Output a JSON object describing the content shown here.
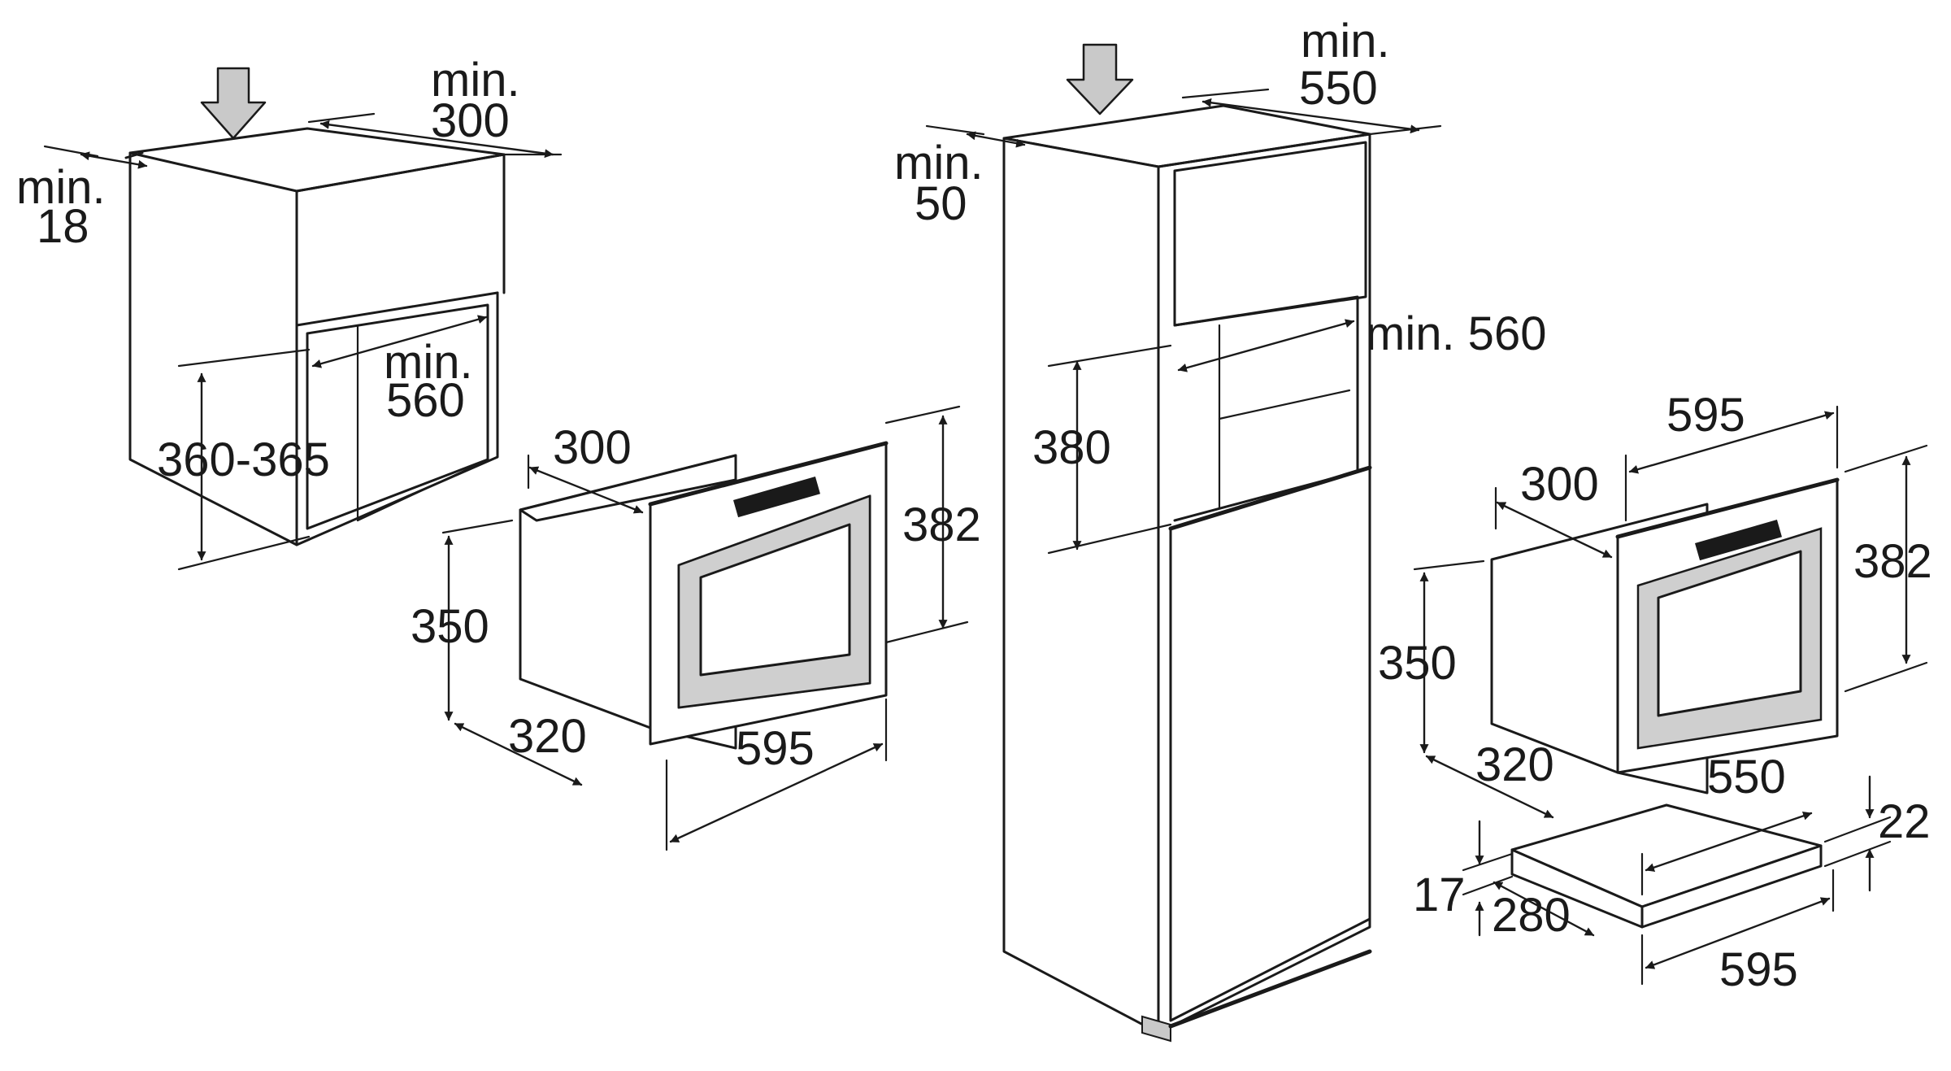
{
  "wall_cabinet": {
    "min_depth": [
      "min.",
      "300"
    ],
    "min_panel": [
      "min.",
      "18"
    ],
    "min_width": [
      "min.",
      "560"
    ],
    "niche_height": "360-365"
  },
  "oven_left": {
    "depth": "300",
    "height_front": "382",
    "height_body": "350",
    "body_depth": "320",
    "width": "595"
  },
  "tall_cabinet": {
    "min_depth": [
      "min.",
      "550"
    ],
    "min_gap": [
      "min.",
      "50"
    ],
    "min_width": "min. 560",
    "niche_height": "380"
  },
  "oven_right": {
    "width_top": "595",
    "depth": "300",
    "height_front": "382",
    "height_body": "350",
    "body_depth": "320"
  },
  "cutout": {
    "depth": "550",
    "thickness_right": "22",
    "thickness_left": "17",
    "front_depth": "280",
    "width": "595"
  },
  "icons": [
    "down-arrow-icon",
    "down-arrow-icon"
  ],
  "colors": {
    "line": "#1a1a1a",
    "arrow_fill": "#c9c9c9",
    "background": "#ffffff"
  }
}
